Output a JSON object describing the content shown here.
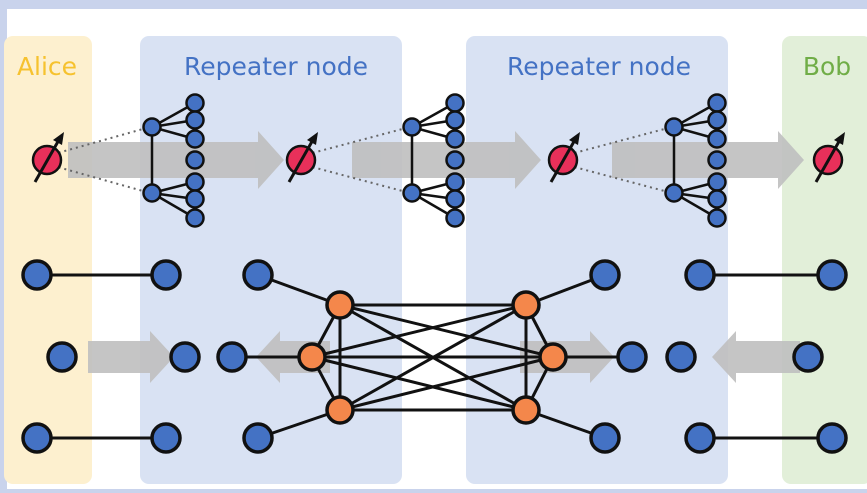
{
  "labels": {
    "alice": "Alice",
    "repeater_1": "Repeater node",
    "repeater_2": "Repeater node",
    "bob": "Bob"
  },
  "colors": {
    "frame": "#c9d3ec",
    "background": "#ffffff",
    "alice_panel": "#fdf0cf",
    "alice_text": "#f6c22f",
    "repeater_panel": "#d9e2f3",
    "repeater_text": "#4472c4",
    "bob_panel": "#e2efd9",
    "bob_text": "#70ad47",
    "qubit_blue": "#4472c4",
    "qubit_orange": "#f4874b",
    "spin_red": "#e8305a",
    "arrow_gray": "#bfbfbf",
    "stroke": "#111111"
  },
  "icons": {
    "spin_qubit": "spin-qubit-icon",
    "graph_state": "graph-state-icon"
  }
}
